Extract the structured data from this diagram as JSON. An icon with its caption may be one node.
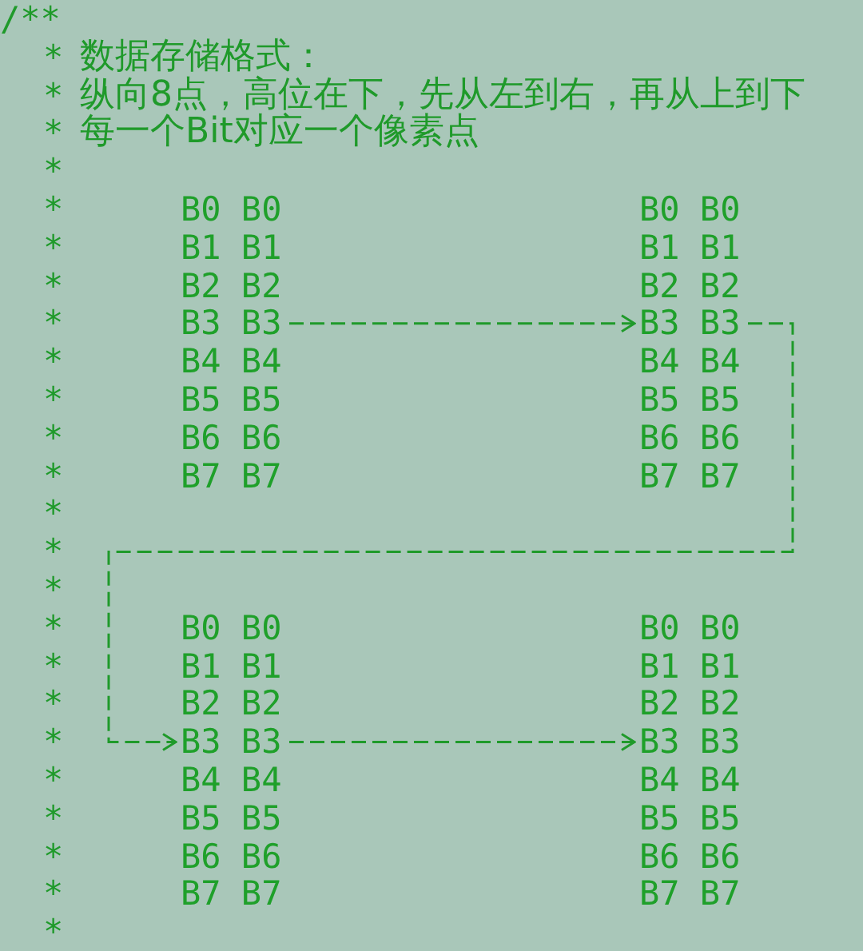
{
  "diagram": {
    "nodes": [
      {
        "text": [
          "B0 B0",
          "B1 B1",
          "B2 B2",
          "B3 B3",
          "B4 B4",
          "B5 B5",
          "B6 B6",
          "B7 B7"
        ]
      },
      {
        "text": [
          "B0 B0",
          "B1 B1",
          "B2 B2",
          "B3 B3",
          "B4 B4",
          "B5 B5",
          "B6 B6",
          "B7 B7"
        ]
      },
      {
        "text": [
          "B0 B0",
          "B1 B1",
          "B2 B2",
          "B3 B3",
          "B4 B4",
          "B5 B5",
          "B6 B6",
          "B7 B7"
        ]
      },
      {
        "text": [
          "B0 B0",
          "B1 B1",
          "B2 B2",
          "B3 B3",
          "B4 B4",
          "B5 B5",
          "B6 B6",
          "B7 B7"
        ]
      }
    ],
    "edges": [
      {
        "from": 0,
        "to": 1,
        "arrow": "to",
        "style": "dashed"
      },
      {
        "from": 1,
        "to": 2,
        "arrow": "to",
        "style": "dashed"
      },
      {
        "from": 2,
        "to": 3,
        "arrow": "to",
        "style": "dashed"
      }
    ],
    "labels": [
      "/**",
      "*",
      "数据存储格式：",
      "*",
      "纵向8点，高位在下，先从左到右，再从上到下",
      "*",
      "每一个Bit对应一个像素点",
      "*",
      "*",
      "*",
      "*",
      "*",
      "*",
      "*",
      "*",
      "*",
      "*",
      "*",
      "*",
      "*",
      "*",
      "*",
      "*",
      "*",
      "*",
      "*",
      "*",
      "*"
    ]
  }
}
